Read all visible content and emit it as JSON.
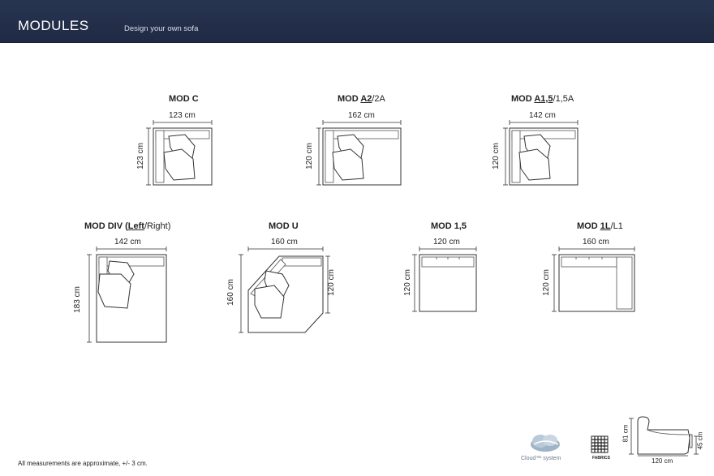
{
  "header": {
    "title": "MODULES",
    "subtitle": "Design your own sofa"
  },
  "modules": {
    "mod_c": {
      "name": "MOD C",
      "width": "123 cm",
      "depth": "123 cm"
    },
    "mod_a2": {
      "name_bold": "MOD ",
      "name_u": "A2",
      "name_rest": "/2A",
      "width": "162 cm",
      "depth": "120 cm"
    },
    "mod_a15": {
      "name_bold": "MOD ",
      "name_u": "A1,5",
      "name_rest": "/1,5A",
      "width": "142 cm",
      "depth": "120 cm"
    },
    "mod_div": {
      "name_bold": "MOD DIV (",
      "name_u": "Left",
      "name_rest": "/Right)",
      "width": "142 cm",
      "depth": "183 cm"
    },
    "mod_u": {
      "name": "MOD U",
      "width": "160 cm",
      "depth_left": "160 cm",
      "depth_right": "120 cm"
    },
    "mod_15": {
      "name": "MOD 1,5",
      "width": "120 cm",
      "depth": "120 cm"
    },
    "mod_1l": {
      "name_bold": "MOD ",
      "name_u": "1L",
      "name_rest": "/L1",
      "width": "160 cm",
      "depth": "120 cm"
    }
  },
  "side_profile": {
    "width": "120 cm",
    "height": "81 cm",
    "seat_height": "45 cm"
  },
  "logos": {
    "cloud_text": "Cloud™ system",
    "fabrics_text": "FABRICS"
  },
  "footer": {
    "note": "All measurements are approximate, +/- 3 cm."
  }
}
